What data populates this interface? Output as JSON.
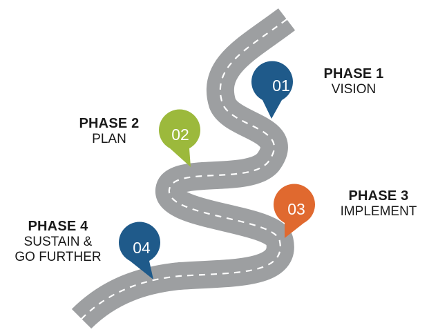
{
  "phases": [
    {
      "number": "01",
      "title": "PHASE 1",
      "name": "VISION",
      "color": "#1f5a8a"
    },
    {
      "number": "02",
      "title": "PHASE 2",
      "name": "PLAN",
      "color": "#9cb93c"
    },
    {
      "number": "03",
      "title": "PHASE 3",
      "name": "IMPLEMENT",
      "color": "#e0692f"
    },
    {
      "number": "04",
      "title": "PHASE 4",
      "name": "SUSTAIN &",
      "name_line2": "GO FURTHER",
      "color": "#1f5a8a"
    }
  ],
  "road": {
    "color": "#9d9fa1",
    "stripe_color": "#ffffff"
  }
}
